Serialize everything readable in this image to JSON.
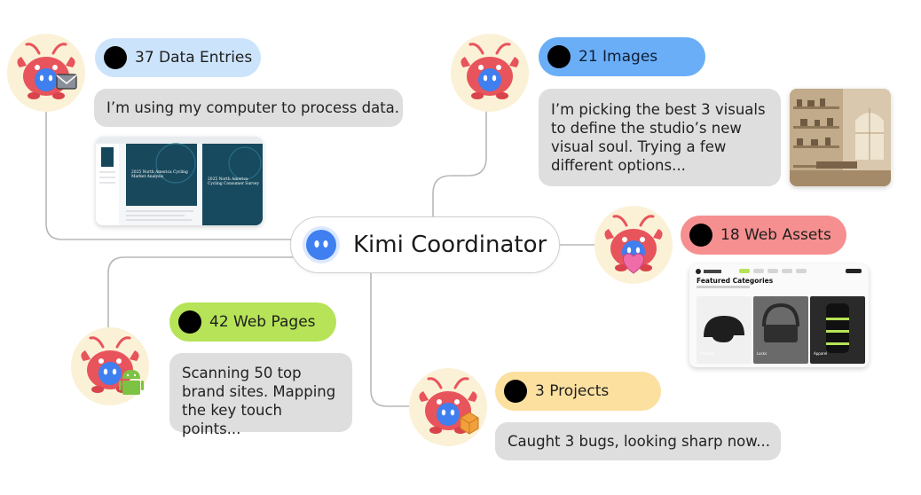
{
  "center": {
    "title": "Kimi Coordinator"
  },
  "agents": [
    {
      "id": "data",
      "badge": "37 Data Entries",
      "badge_color": "#cce4fb",
      "message": "I’m using my computer to process data.",
      "accessory": "mail-icon"
    },
    {
      "id": "images",
      "badge": "21 Images",
      "badge_color": "#6aaef8",
      "message": "I’m picking the best 3 visuals to define the studio’s new visual soul. Trying a few different options...",
      "accessory": "none"
    },
    {
      "id": "web-assets",
      "badge": "18 Web Assets",
      "badge_color": "#f68f8f",
      "message": "",
      "accessory": "heart-icon"
    },
    {
      "id": "web-pages",
      "badge": "42 Web Pages",
      "badge_color": "#b6e357",
      "message": "Scanning 50 top brand sites. Mapping the key touch points...",
      "accessory": "android-icon"
    },
    {
      "id": "projects",
      "badge": "3 Projects",
      "badge_color": "#fbe0a0",
      "message": "Caught 3 bugs, looking sharp now...",
      "accessory": "cube-icon"
    }
  ],
  "thumbnails": {
    "report": {
      "slide_title_1": "2025 North America Cycling Market Analysis",
      "slide_title_2": "2025 North America Cycling Consumer Survey"
    },
    "web_store": {
      "heading": "Featured Categories",
      "cards": [
        "Helmets",
        "Locks",
        "Apparel"
      ]
    }
  },
  "colors": {
    "connector": "#b8b8b8",
    "avatar_bg": "#fbf1d6",
    "mascot_red": "#e8545c",
    "mascot_blue": "#3f7ff0"
  }
}
